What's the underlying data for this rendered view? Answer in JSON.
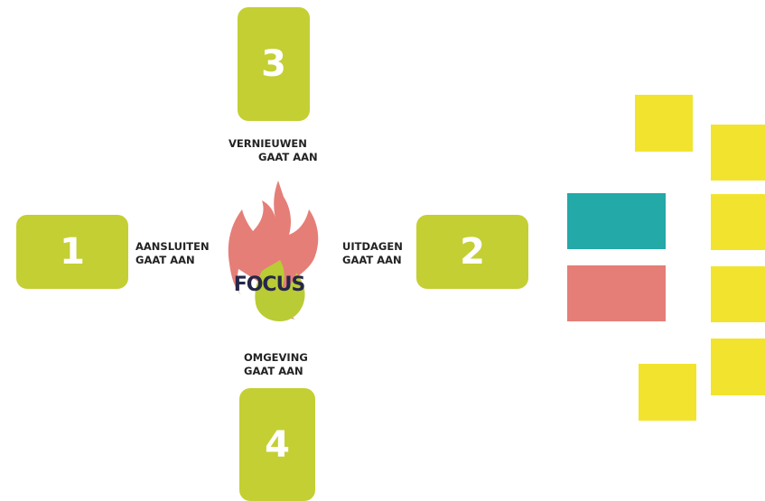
{
  "colors": {
    "card": "#c4cf33",
    "flame_outer": "#e57e77",
    "flame_inner": "#b9cc35",
    "focus_text": "#26264a",
    "teal": "#23a9a8",
    "coral": "#e57e77",
    "yellow": "#f2e42e"
  },
  "cards": {
    "one": "1",
    "two": "2",
    "three": "3",
    "four": "4"
  },
  "labels": {
    "vernieuwen": {
      "line1": "VERNIEUWEN",
      "line2": "GAAT AAN"
    },
    "aansluiten": {
      "line1": "AANSLUITEN",
      "line2": "GAAT AAN"
    },
    "uitdagen": {
      "line1": "UITDAGEN",
      "line2": "GAAT AAN"
    },
    "omgeving": {
      "line1": "OMGEVING",
      "line2": "GAAT AAN"
    }
  },
  "focus": {
    "text": "FOCUS",
    "icon": "flame-icon"
  }
}
